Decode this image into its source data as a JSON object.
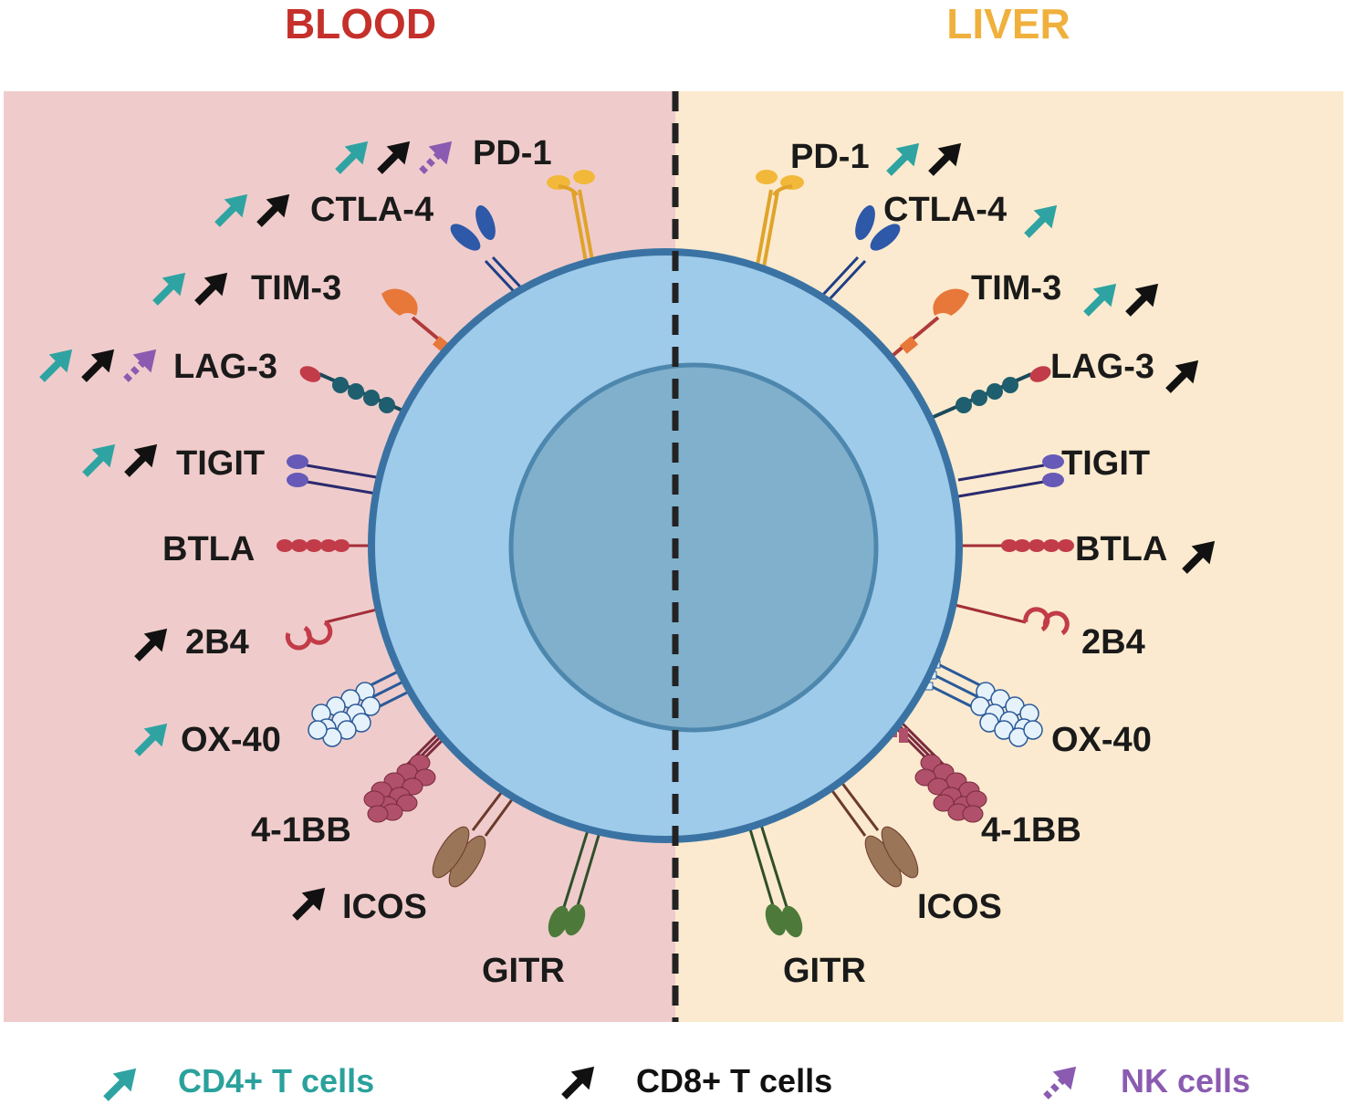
{
  "headers": {
    "blood": "BLOOD",
    "liver": "LIVER"
  },
  "colors": {
    "blood_title": "#c5302b",
    "liver_title": "#f0b03c",
    "blood_bg": "#efcccb",
    "liver_bg": "#fbeacf",
    "cell": "#9ecbea",
    "cell_border": "#3a73a3",
    "nucleus": "#80b0cc",
    "nucleus_border": "#4e87ad",
    "cd4": "#2fa3a2",
    "cd8": "#111111",
    "nk": "#8a5bb0",
    "legend_cd4_text": "#2aa19c",
    "legend_nk_text": "#8a5bb0"
  },
  "divider": {
    "style": "dashed"
  },
  "receptors": {
    "pd1": "PD-1",
    "ctla4": "CTLA-4",
    "tim3": "TIM-3",
    "lag3": "LAG-3",
    "tigit": "TIGIT",
    "btla": "BTLA",
    "b2b4": "2B4",
    "ox40": "OX-40",
    "b41bb": "4-1BB",
    "icos": "ICOS",
    "gitr": "GITR"
  },
  "blood_upregulated": {
    "pd1": [
      "cd4",
      "cd8",
      "nk"
    ],
    "ctla4": [
      "cd4",
      "cd8"
    ],
    "tim3": [
      "cd4",
      "cd8"
    ],
    "lag3": [
      "cd4",
      "cd8",
      "nk"
    ],
    "tigit": [
      "cd4",
      "cd8"
    ],
    "btla": [],
    "b2b4": [
      "cd8"
    ],
    "ox40": [
      "cd4"
    ],
    "b41bb": [],
    "icos": [
      "cd8"
    ],
    "gitr": []
  },
  "liver_upregulated": {
    "pd1": [
      "cd4",
      "cd8"
    ],
    "ctla4": [
      "cd4"
    ],
    "tim3": [
      "cd4",
      "cd8"
    ],
    "lag3": [
      "cd8"
    ],
    "tigit": [],
    "btla": [
      "cd8"
    ],
    "b2b4": [],
    "ox40": [],
    "b41bb": [],
    "icos": [],
    "gitr": []
  },
  "legend": {
    "cd4": "CD4+ T cells",
    "cd8": "CD8+ T cells",
    "nk": "NK cells"
  }
}
